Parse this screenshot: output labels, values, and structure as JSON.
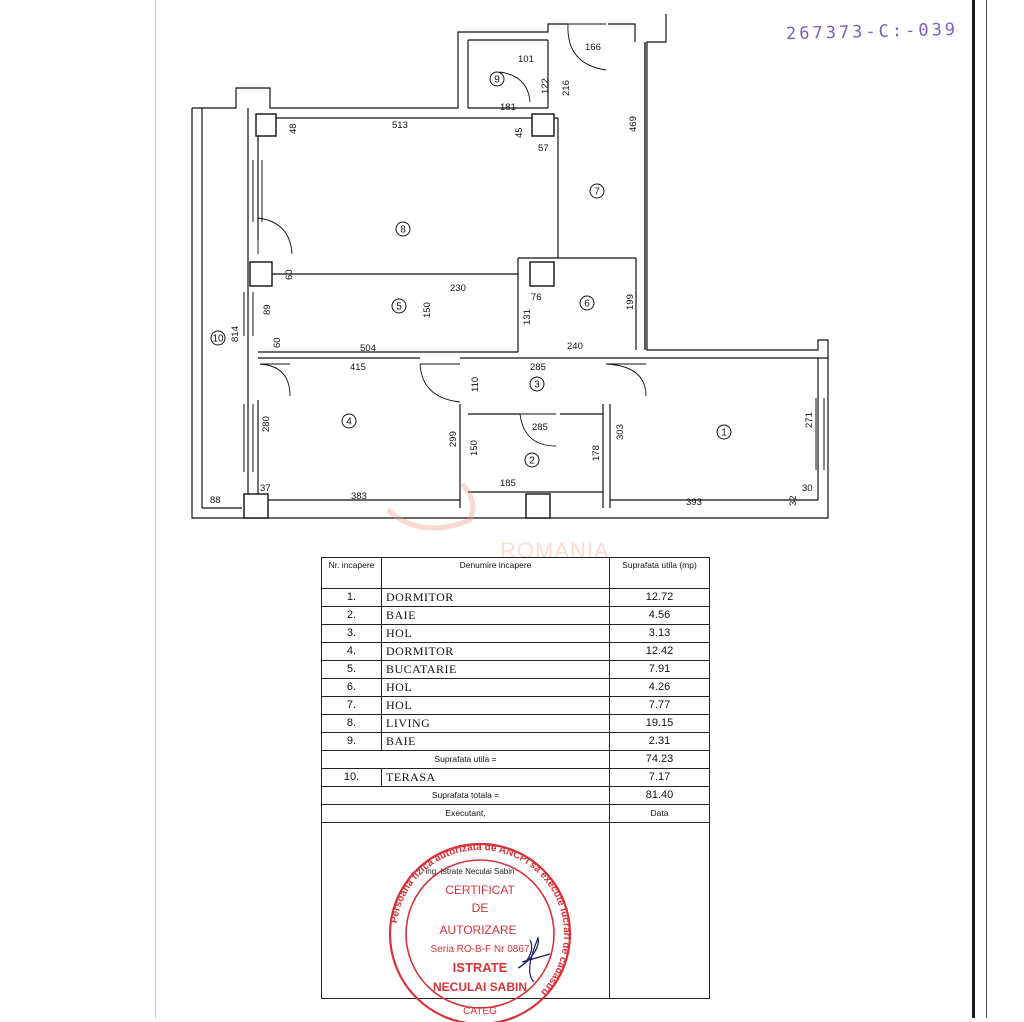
{
  "handwritten_note": "267373-C:-039",
  "watermark": "ROMANIA",
  "floorplan": {
    "room_numbers": [
      "1",
      "2",
      "3",
      "4",
      "5",
      "6",
      "7",
      "8",
      "9",
      "10"
    ],
    "dimensions": [
      "166",
      "101",
      "122",
      "216",
      "181",
      "469",
      "513",
      "48",
      "45",
      "57",
      "60",
      "230",
      "76",
      "89",
      "150",
      "131",
      "199",
      "814",
      "60",
      "504",
      "240",
      "415",
      "285",
      "110",
      "285",
      "280",
      "299",
      "150",
      "303",
      "178",
      "271",
      "185",
      "37",
      "383",
      "88",
      "393",
      "32",
      "30"
    ]
  },
  "table": {
    "headers": {
      "nr": "Nr. incapere",
      "name": "Denumire incapere",
      "area": "Suprafata utila (mp)"
    },
    "rows": [
      {
        "nr": "1.",
        "name": "DORMITOR",
        "area": "12.72"
      },
      {
        "nr": "2.",
        "name": "BAIE",
        "area": "4.56"
      },
      {
        "nr": "3.",
        "name": "HOL",
        "area": "3.13"
      },
      {
        "nr": "4.",
        "name": "DORMITOR",
        "area": "12.42"
      },
      {
        "nr": "5.",
        "name": "BUCATARIE",
        "area": "7.91"
      },
      {
        "nr": "6.",
        "name": "HOL",
        "area": "4.26"
      },
      {
        "nr": "7.",
        "name": "HOL",
        "area": "7.77"
      },
      {
        "nr": "8.",
        "name": "LIVING",
        "area": "19.15"
      },
      {
        "nr": "9.",
        "name": "BAIE",
        "area": "2.31"
      }
    ],
    "useful_label": "Suprafata utila =",
    "useful_value": "74.23",
    "terrace": {
      "nr": "10.",
      "name": "TERASA",
      "area": "7.17"
    },
    "total_label": "Suprafata totala =",
    "total_value": "81.40",
    "executant_label": "Executant,",
    "date_label": "Data"
  },
  "stamp": {
    "engineer": "ing. Istrate Neculai Sabin",
    "ring_text": "Persoana fizica autorizata de ANCPI sa execute lucrari de cadastru",
    "line1": "CERTIFICAT",
    "line2": "DE",
    "line3": "AUTORIZARE",
    "line4": "Seria RO-B-F Nr 0867",
    "line5": "ISTRATE",
    "line6": "NECULAI SABIN",
    "line7": "CATEG",
    "color": "#d8333a"
  }
}
